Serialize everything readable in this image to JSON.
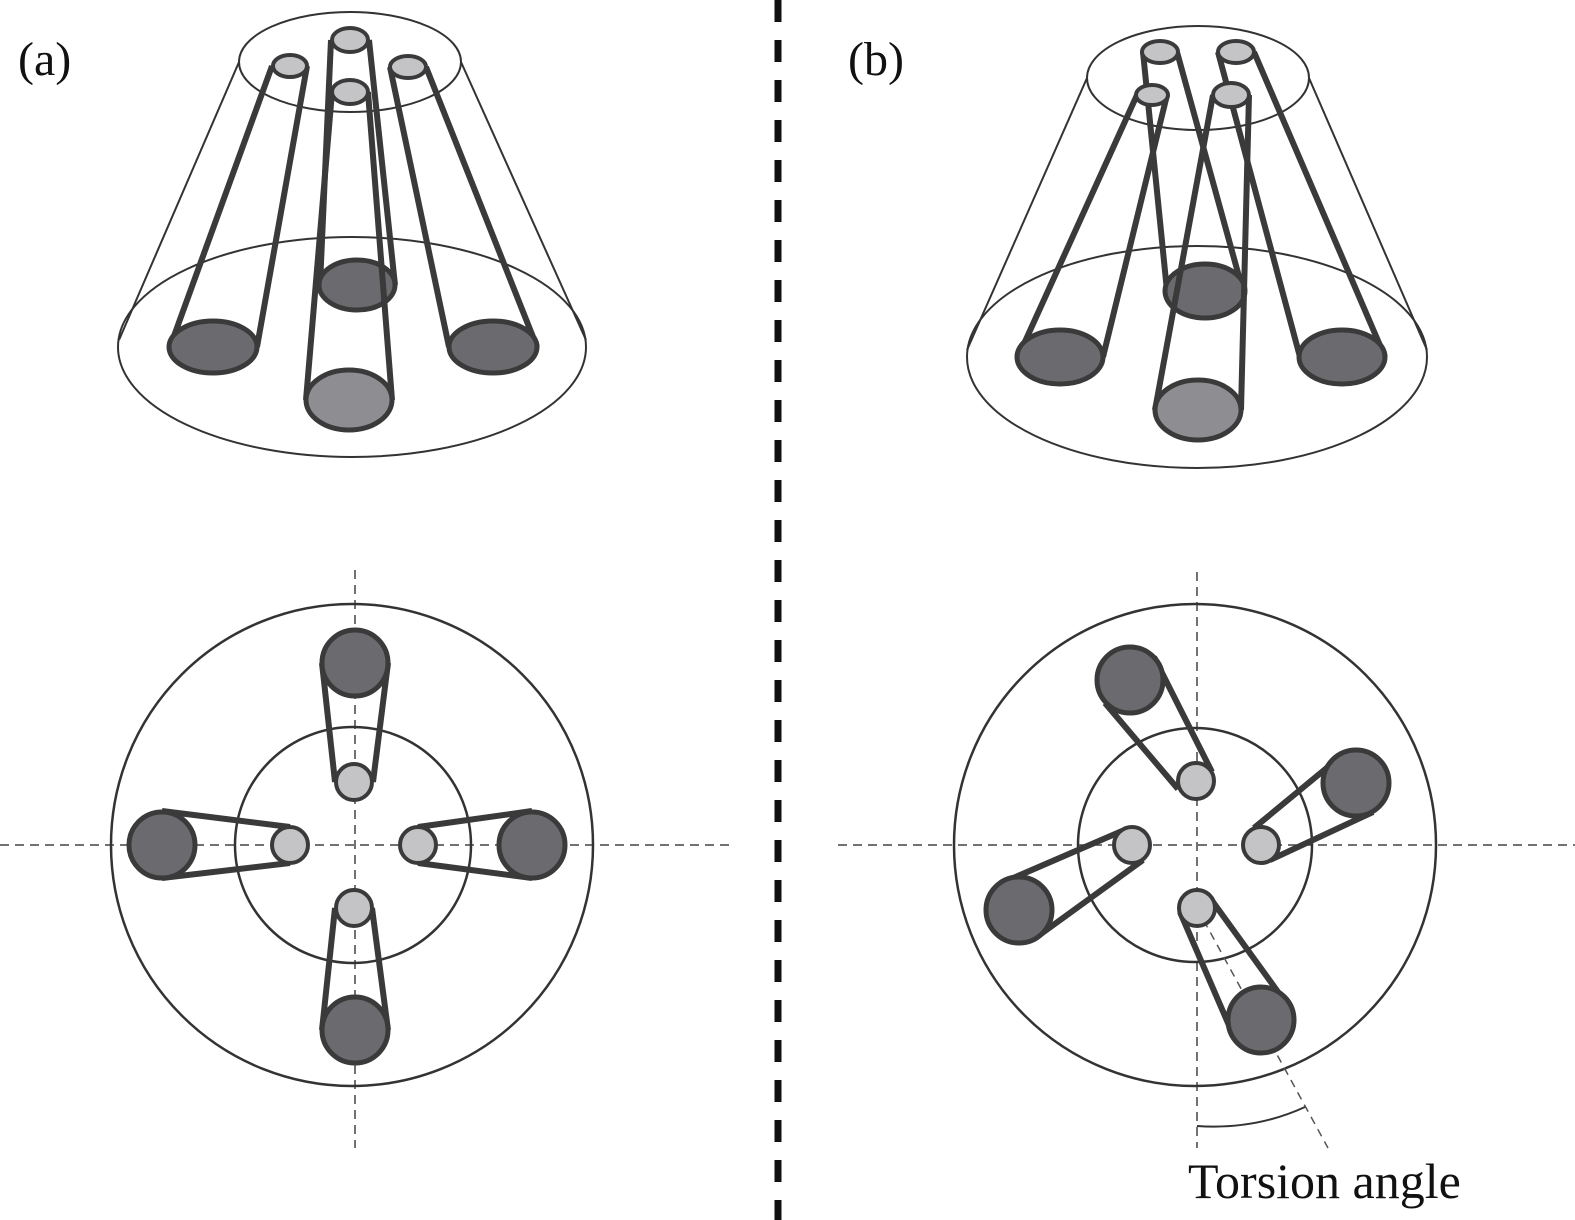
{
  "labels": {
    "panel_a": "(a)",
    "panel_b": "(b)",
    "torsion_angle": "Torsion angle"
  },
  "colors": {
    "background": "#ffffff",
    "outline": "#3a3a3a",
    "stroke_thin": "#333333",
    "tube_end_large": "#6b6b6f",
    "tube_end_front": "#8e8e92",
    "tube_end_small": "#c4c4c7",
    "divider": "#111111"
  }
}
